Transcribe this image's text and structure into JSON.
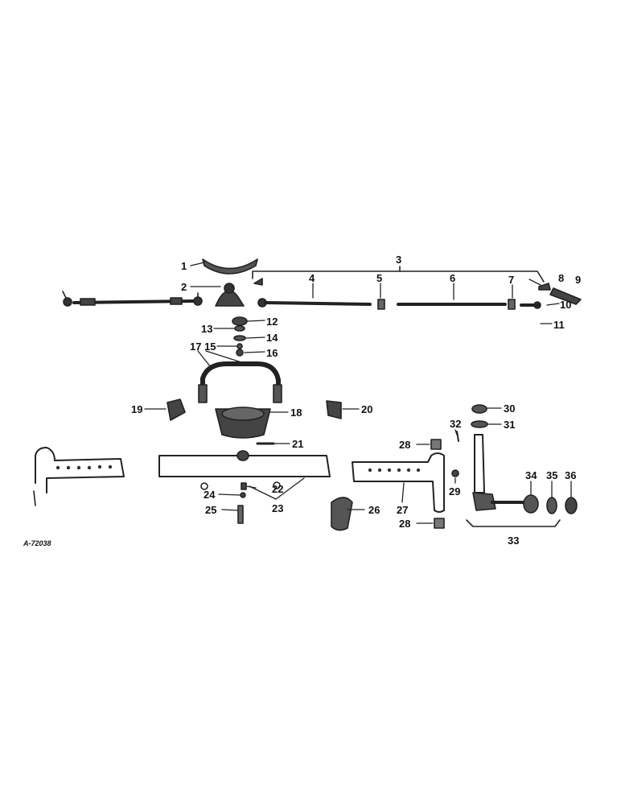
{
  "diagram": {
    "drawing_code": "A-72038",
    "callouts": [
      {
        "id": "c1",
        "text": "1"
      },
      {
        "id": "c2",
        "text": "2"
      },
      {
        "id": "c3",
        "text": "3"
      },
      {
        "id": "c4",
        "text": "4"
      },
      {
        "id": "c5",
        "text": "5"
      },
      {
        "id": "c6",
        "text": "6"
      },
      {
        "id": "c7",
        "text": "7"
      },
      {
        "id": "c8",
        "text": "8"
      },
      {
        "id": "c9",
        "text": "9"
      },
      {
        "id": "c10",
        "text": "10"
      },
      {
        "id": "c11",
        "text": "11"
      },
      {
        "id": "c12",
        "text": "12"
      },
      {
        "id": "c13",
        "text": "13"
      },
      {
        "id": "c14",
        "text": "14"
      },
      {
        "id": "c15",
        "text": "15"
      },
      {
        "id": "c16",
        "text": "16"
      },
      {
        "id": "c17",
        "text": "17"
      },
      {
        "id": "c18",
        "text": "18"
      },
      {
        "id": "c19",
        "text": "19"
      },
      {
        "id": "c20",
        "text": "20"
      },
      {
        "id": "c21",
        "text": "21"
      },
      {
        "id": "c22",
        "text": "22"
      },
      {
        "id": "c23",
        "text": "23"
      },
      {
        "id": "c24",
        "text": "24"
      },
      {
        "id": "c25",
        "text": "25"
      },
      {
        "id": "c26",
        "text": "26"
      },
      {
        "id": "c27",
        "text": "27"
      },
      {
        "id": "c28a",
        "text": "28"
      },
      {
        "id": "c28b",
        "text": "28"
      },
      {
        "id": "c29",
        "text": "29"
      },
      {
        "id": "c30",
        "text": "30"
      },
      {
        "id": "c31",
        "text": "31"
      },
      {
        "id": "c32",
        "text": "32"
      },
      {
        "id": "c33",
        "text": "33"
      },
      {
        "id": "c34",
        "text": "34"
      },
      {
        "id": "c35",
        "text": "35"
      },
      {
        "id": "c36",
        "text": "36"
      }
    ]
  }
}
